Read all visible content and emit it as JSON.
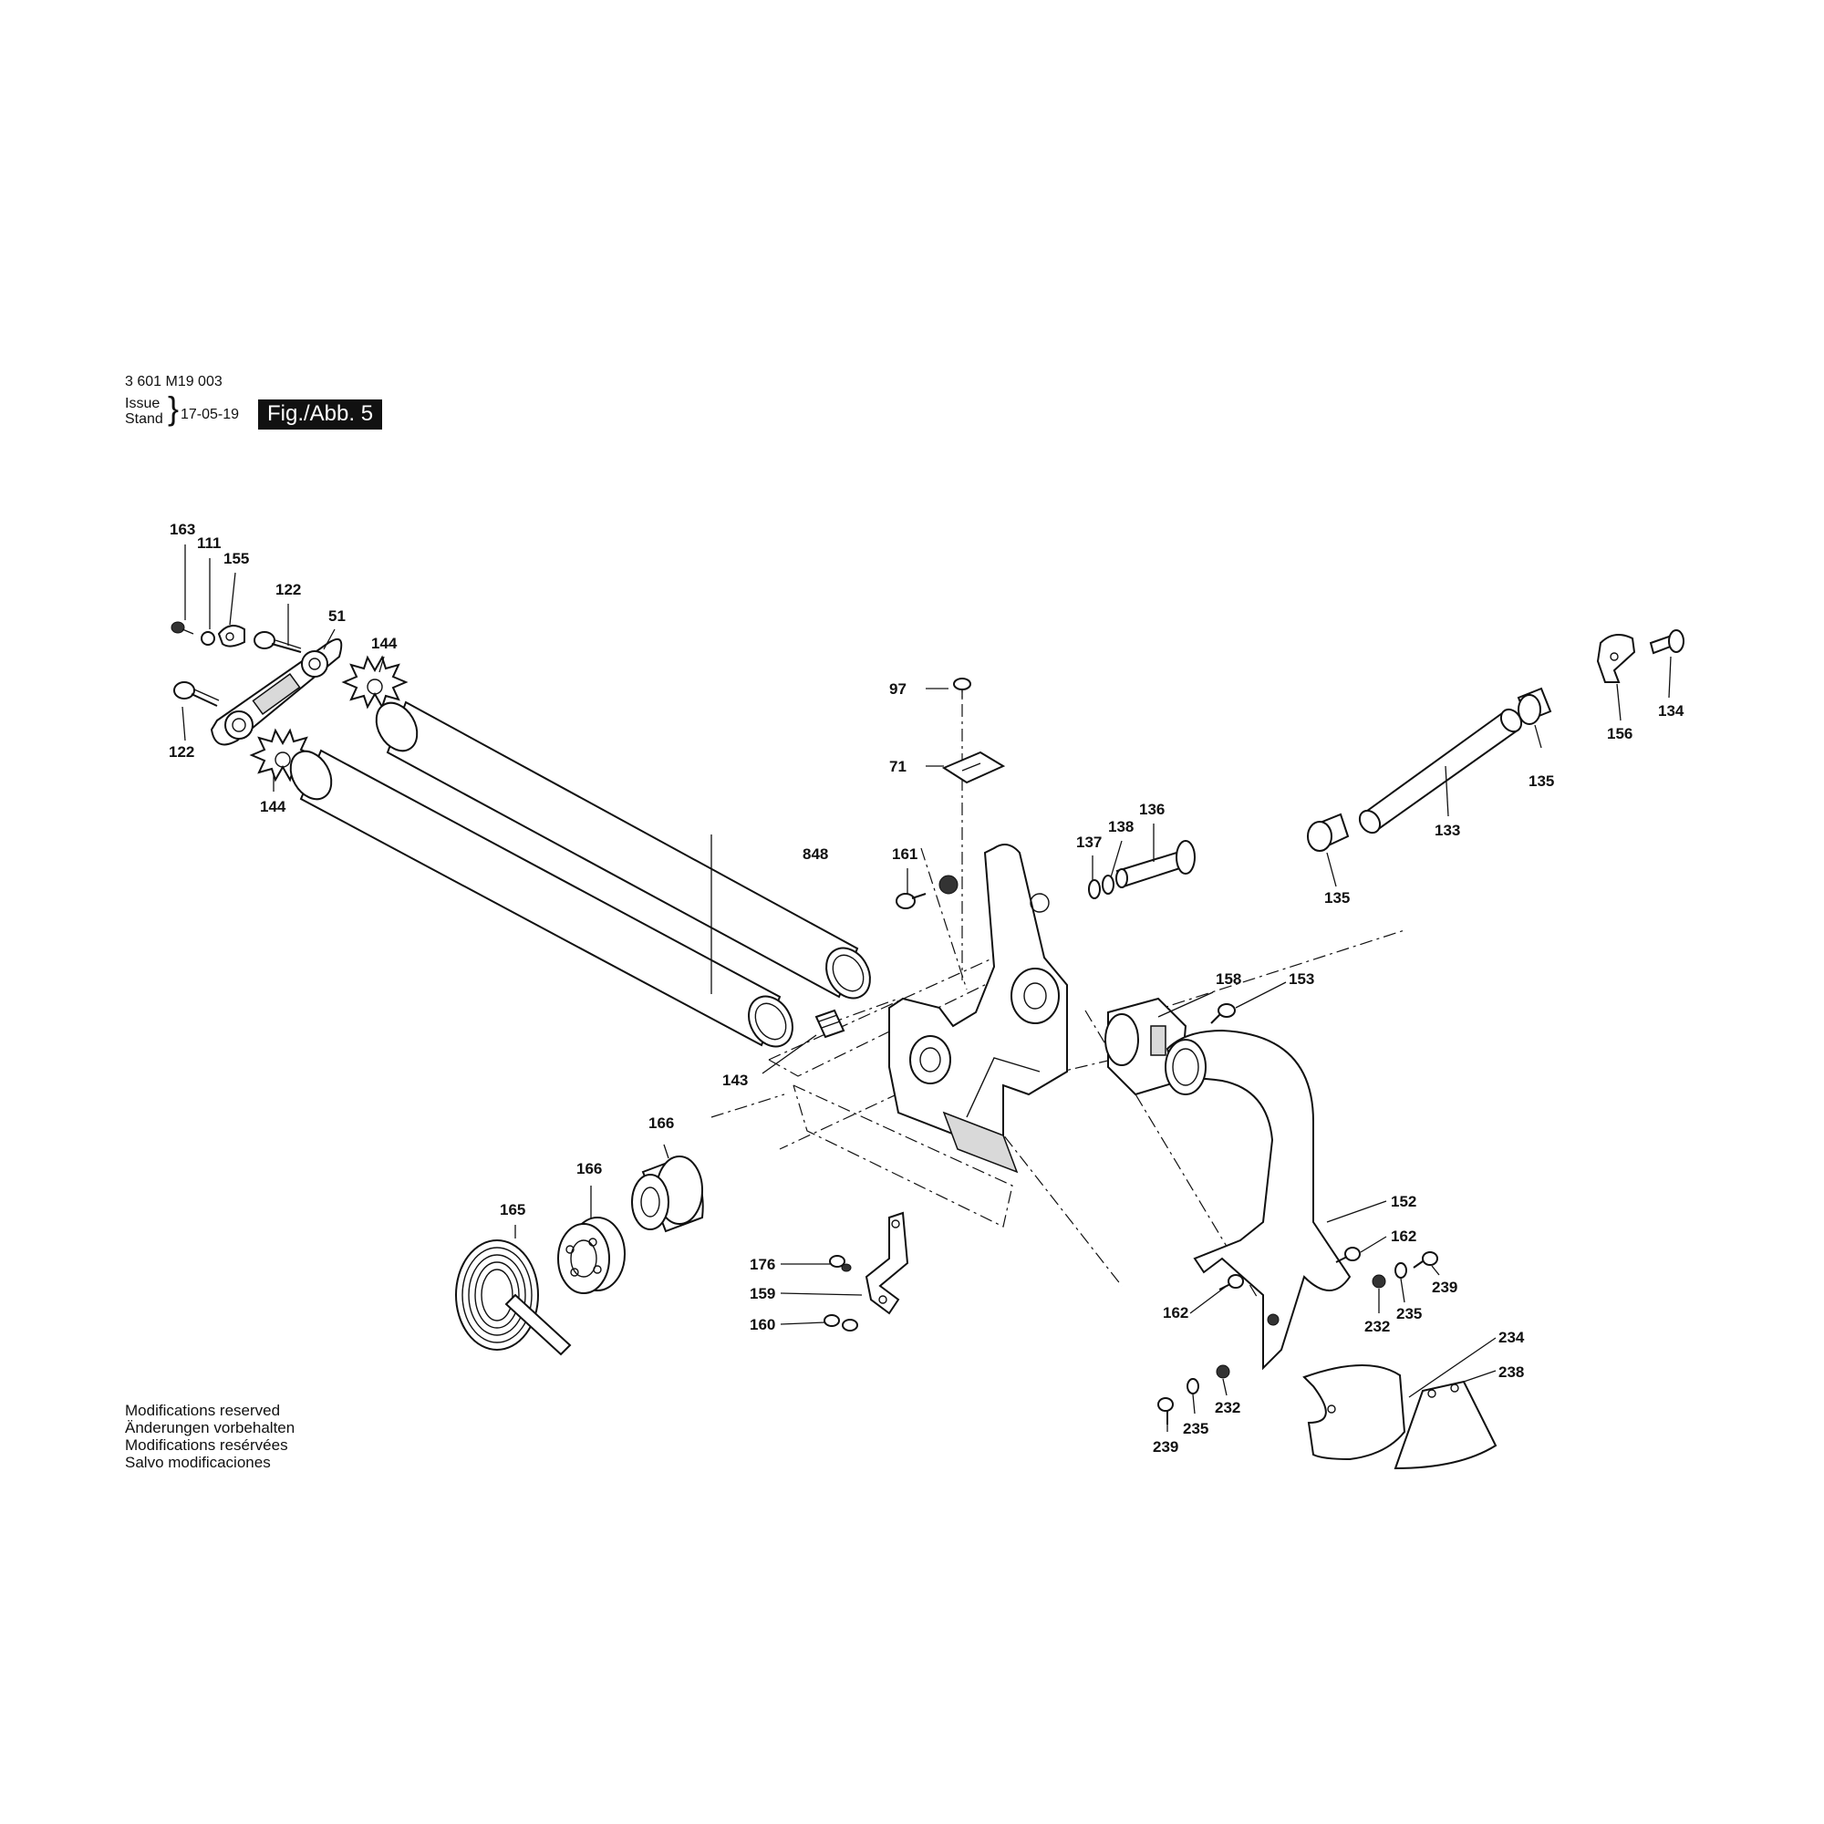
{
  "header": {
    "doc_number": "3 601 M19 003",
    "issue_label_1": "Issue",
    "issue_label_2": "Stand",
    "issue_date": "17-05-19",
    "figure": "Fig./Abb. 5"
  },
  "footer": {
    "lines": [
      "Modifications reserved",
      "Änderungen vorbehalten",
      "Modifications resérvées",
      "Salvo modificaciones"
    ]
  },
  "callouts": {
    "c163": "163",
    "c111": "111",
    "c155": "155",
    "c122a": "122",
    "c51": "51",
    "c144a": "144",
    "c122b": "122",
    "c144b": "144",
    "c97": "97",
    "c71": "71",
    "c848": "848",
    "c161": "161",
    "c137": "137",
    "c138": "138",
    "c136": "136",
    "c156": "156",
    "c134": "134",
    "c135a": "135",
    "c133": "133",
    "c135b": "135",
    "c158": "158",
    "c153": "153",
    "c143": "143",
    "c166a": "166",
    "c166b": "166",
    "c165": "165",
    "c176": "176",
    "c159": "159",
    "c160": "160",
    "c152": "152",
    "c162a": "162",
    "c162b": "162",
    "c239a": "239",
    "c235a": "235",
    "c232a": "232",
    "c234": "234",
    "c238": "238",
    "c232b": "232",
    "c235b": "235",
    "c239b": "239"
  }
}
